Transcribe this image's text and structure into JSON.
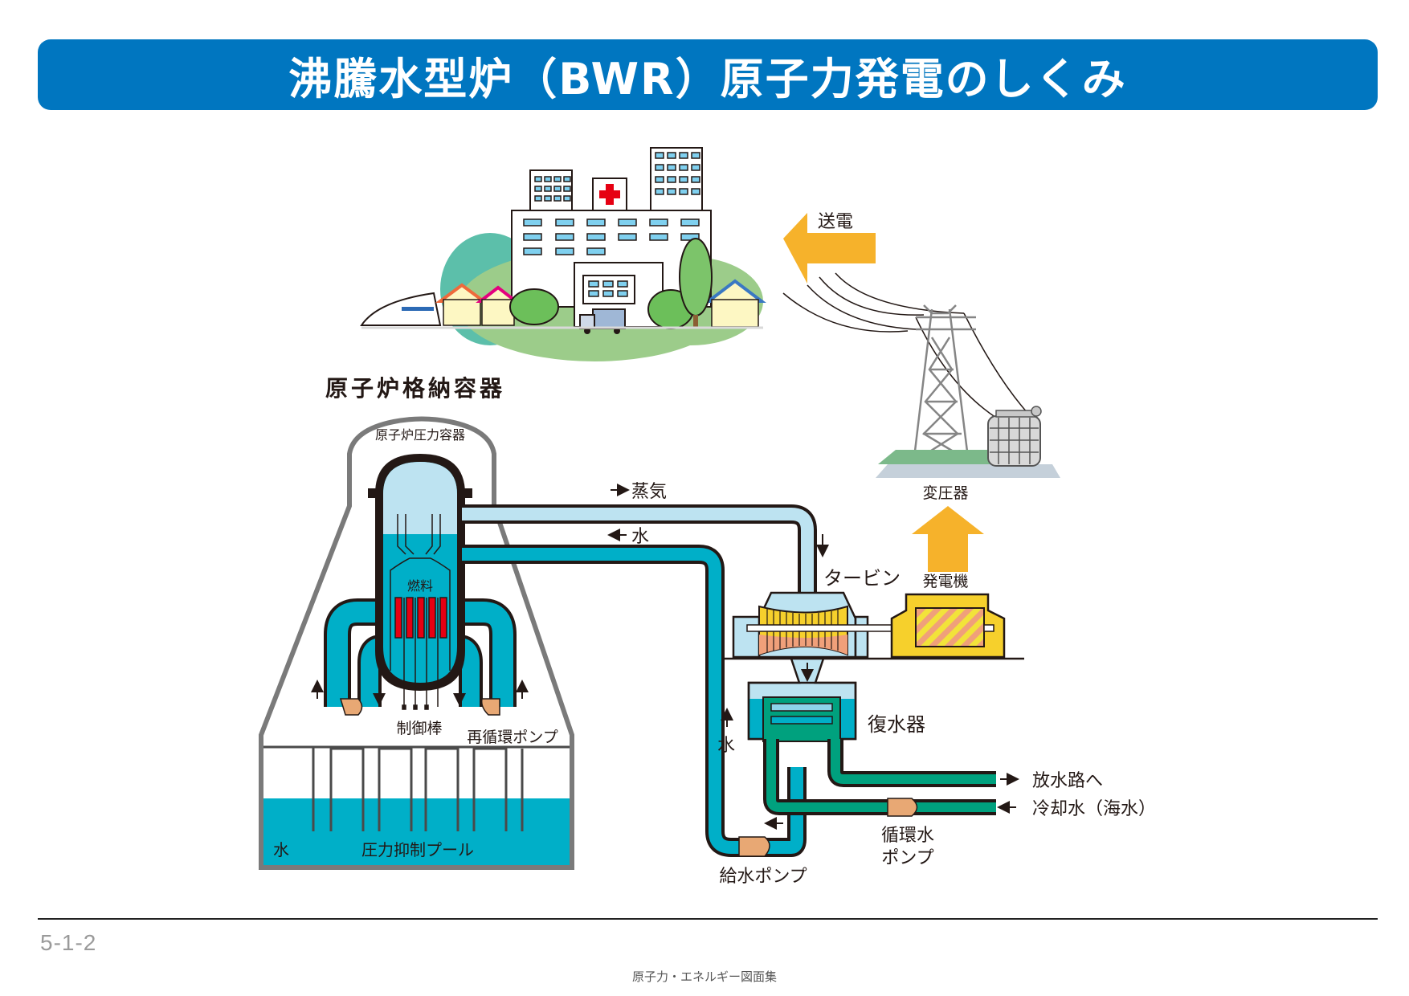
{
  "title": "沸騰水型炉（BWR）原子力発電のしくみ",
  "labels": {
    "transmission": "送電",
    "transformer": "変圧器",
    "containment_vessel": "原子炉格納容器",
    "pressure_vessel": "原子炉圧力容器",
    "fuel": "燃料",
    "control_rods": "制御棒",
    "recirculation_pump": "再循環ポンプ",
    "suppression_pool": "圧力抑制プール",
    "pool_water": "水",
    "steam": "蒸気",
    "water_return": "水",
    "turbine": "タービン",
    "generator": "発電機",
    "condenser": "復水器",
    "water_up": "水",
    "discharge": "放水路へ",
    "cooling_water": "冷却水（海水）",
    "circulating_pump_line1": "循環水",
    "circulating_pump_line2": "ポンプ",
    "feedwater_pump": "給水ポンプ"
  },
  "colors": {
    "title_bar": "#0076c0",
    "water": "#00afc8",
    "steam": "#bde3f1",
    "condenser_green": "#00a17e",
    "fuel_red": "#e60012",
    "pump": "#e8a874",
    "generator": "#f6d02c",
    "power_arrow": "#f6b22b"
  },
  "footer": {
    "page_number": "5-1-2",
    "caption": "原子力・エネルギー図面集"
  }
}
